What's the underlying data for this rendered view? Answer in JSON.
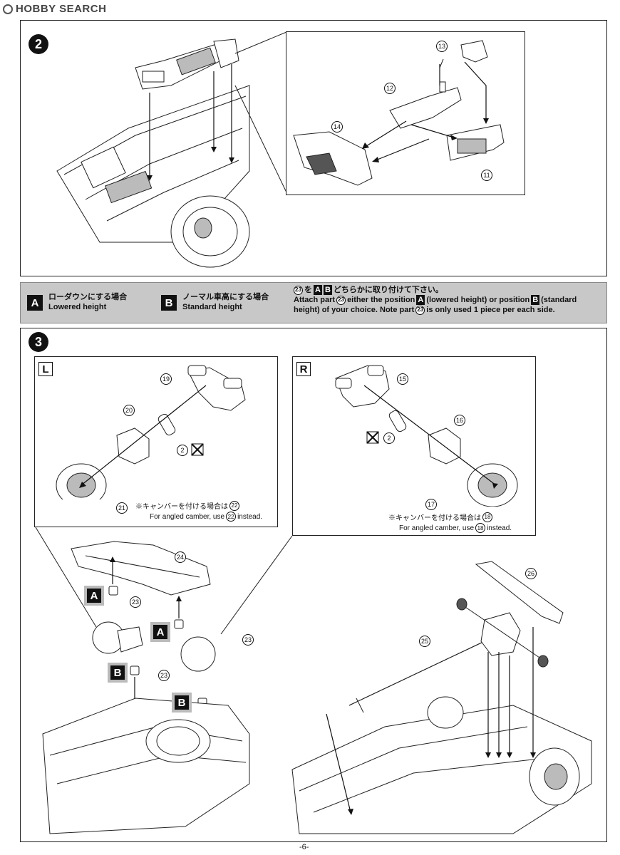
{
  "header": {
    "logo_text": "HOBBY SEARCH"
  },
  "step2": {
    "number": "2",
    "parts": {
      "p11": "11",
      "p12": "12",
      "p13": "13",
      "p14": "14"
    }
  },
  "band": {
    "optA": {
      "letter": "A",
      "jp": "ローダウンにする場合",
      "en": "Lowered height"
    },
    "optB": {
      "letter": "B",
      "jp": "ノーマル車高にする場合",
      "en": "Standard height"
    },
    "instr_jp_part": "23",
    "instr_jp_a": "A",
    "instr_jp_b": "B",
    "instr_jp_tail": "どちらかに取り付けて下さい。",
    "instr_jp_wo": "を",
    "instr_en1_pre": "Attach part",
    "instr_en1_part": "23",
    "instr_en1_mid": "either the position",
    "instr_en1_a": "A",
    "instr_en1_mid2": "(lowered height) or position",
    "instr_en1_b": "B",
    "instr_en1_post": "(standard",
    "instr_en2_pre": "height) of your choice. Note part",
    "instr_en2_part": "23",
    "instr_en2_post": "is only used 1 piece per each side."
  },
  "step3": {
    "number": "3",
    "left_box": {
      "letter": "L",
      "parts": {
        "p19": "19",
        "p20": "20",
        "p21": "21",
        "p2": "2"
      },
      "note_jp": "※キャンバーを付ける場合は",
      "note_jp_part": "22",
      "note_en_pre": "For angled camber, use",
      "note_en_part": "22",
      "note_en_post": "instead."
    },
    "right_box": {
      "letter": "R",
      "parts": {
        "p15": "15",
        "p16": "16",
        "p17": "17",
        "p2": "2"
      },
      "note_jp": "※キャンバーを付ける場合は",
      "note_jp_part": "18",
      "note_en_pre": "For angled camber, use",
      "note_en_part": "18",
      "note_en_post": "instead."
    },
    "lower": {
      "p24": "24",
      "p23a": "23",
      "p23b": "23",
      "p23c": "23",
      "p25": "25",
      "p26": "26",
      "labelA1": "A",
      "labelB1": "B",
      "labelA2": "A",
      "labelB2": "B"
    }
  },
  "footer": {
    "page": "-6-"
  }
}
